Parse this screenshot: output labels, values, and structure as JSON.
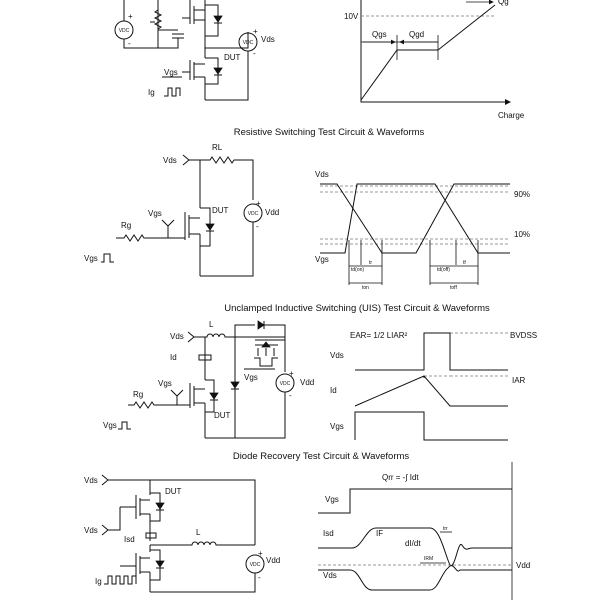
{
  "top": {
    "vdc": "VDC",
    "plus_left": "+",
    "minus_left": "-",
    "vds": "Vds",
    "vgs": "Vgs",
    "dut": "DUT",
    "ig": "Ig",
    "qg": "Qg",
    "v10": "10V",
    "qgs": "Qgs",
    "qgd": "Qgd",
    "charge": "Charge"
  },
  "res": {
    "title": "Resistive Switching Test Circuit & Waveforms",
    "vds": "Vds",
    "rl": "RL",
    "vgs": "Vgs",
    "dut": "DUT",
    "rg": "Rg",
    "vdd": "Vdd",
    "vdc": "VDC",
    "vgs_src": "Vgs",
    "wf_vds": "Vds",
    "wf_vgs": "Vgs",
    "p90": "90%",
    "p10": "10%",
    "tdon": "td(on)",
    "tr": "tr",
    "ton": "ton",
    "tdoff": "td(off)",
    "tf": "tf",
    "toff": "toff"
  },
  "uis": {
    "title": "Unclamped Inductive Switching (UIS) Test Circuit & Waveforms",
    "vds": "Vds",
    "l": "L",
    "id": "Id",
    "vgs_clamp": "Vgs",
    "vgs": "Vgs",
    "rg": "Rg",
    "dut": "DUT",
    "vdd": "Vdd",
    "vdc": "VDC",
    "vgs_src": "Vgs",
    "eq": "EAR= 1/2 LIAR²",
    "bvdss": "BVDSS",
    "iar": "IAR",
    "wf_vds": "Vds",
    "wf_id": "Id",
    "wf_vgs": "Vgs"
  },
  "diode": {
    "title": "Diode Recovery Test Circuit & Waveforms",
    "vds_top": "Vds",
    "dut": "DUT",
    "vds_mid": "Vds",
    "isd": "Isd",
    "l": "L",
    "vdd": "Vdd",
    "vdc": "VDC",
    "ig": "Ig",
    "qrr": "Qrr = -∫ Idt",
    "wf_vgs": "Vgs",
    "wf_isd": "Isd",
    "if": "IF",
    "didt": "dI/dt",
    "trr": "trr",
    "irm": "IRM",
    "wf_vds": "Vds",
    "vdd_wf": "Vdd"
  }
}
